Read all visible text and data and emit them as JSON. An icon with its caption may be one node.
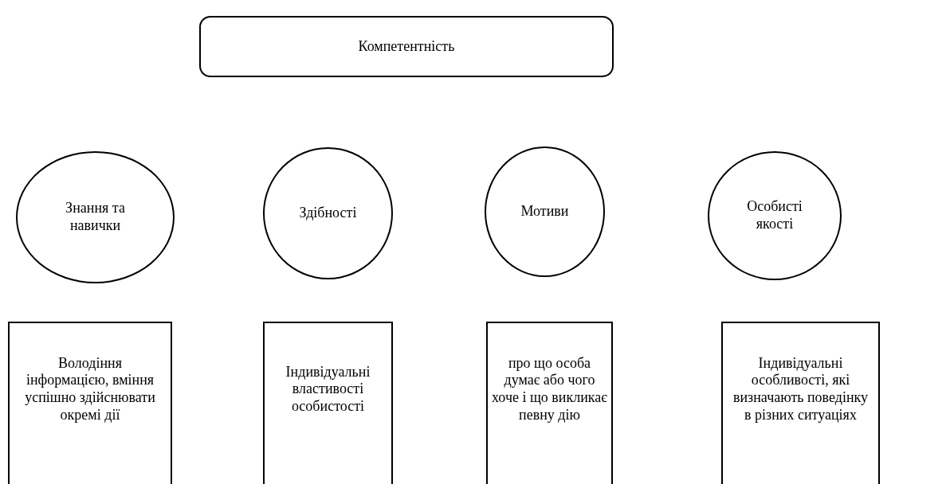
{
  "diagram": {
    "nodes": [
      {
        "text": [
          "Компетентність"
        ]
      },
      {
        "text": [
          "Знання та навички"
        ]
      },
      {
        "text": [
          "Здібності"
        ]
      },
      {
        "text": [
          "Мотиви"
        ]
      },
      {
        "text": [
          "Особисті якості"
        ]
      },
      {
        "text": [
          "Володіння інформацією, вміння успішно здійснювати окремі дії"
        ]
      },
      {
        "text": [
          "Індивідуальні властивості особистості"
        ]
      },
      {
        "text": [
          "про що особа думає або чого хоче і що викликає певну дію"
        ]
      },
      {
        "text": [
          "Індивідуальні особливості, які визначають поведінку в різних ситуаціях"
        ]
      }
    ]
  }
}
